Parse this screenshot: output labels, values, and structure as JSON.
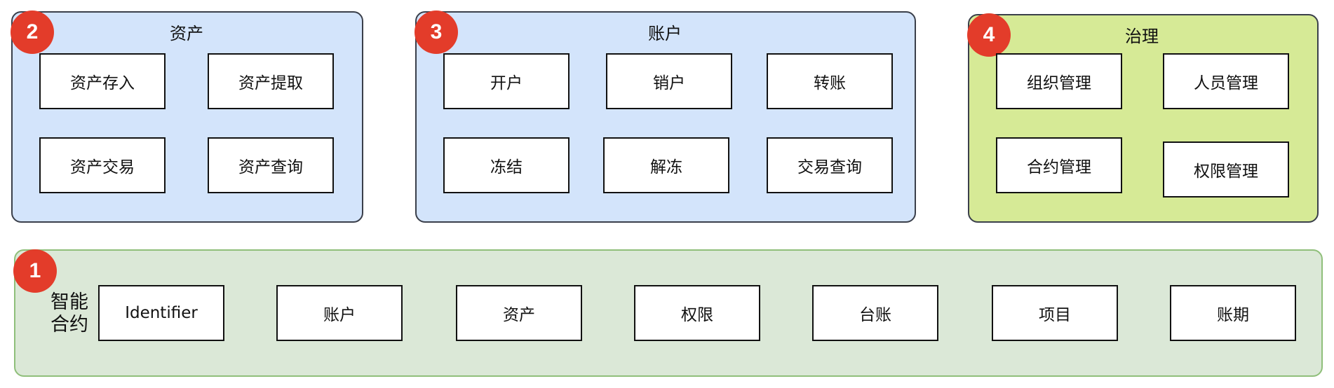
{
  "groups": {
    "assets": {
      "badge": "2",
      "title": "资产",
      "items": [
        "资产存入",
        "资产提取",
        "资产交易",
        "资产查询"
      ]
    },
    "accounts": {
      "badge": "3",
      "title": "账户",
      "items": [
        "开户",
        "销户",
        "转账",
        "冻结",
        "解冻",
        "交易查询"
      ]
    },
    "governance": {
      "badge": "4",
      "title": "治理",
      "items": [
        "组织管理",
        "人员管理",
        "合约管理",
        "权限管理"
      ]
    },
    "smart_contract": {
      "badge": "1",
      "title": "智能\n合约",
      "items": [
        "Identifier",
        "账户",
        "资产",
        "权限",
        "台账",
        "项目",
        "账期"
      ]
    }
  },
  "colors": {
    "badge": "#e33c2a",
    "blue_fill": "#d3e4fb",
    "yellowgreen_fill": "#d6ea96",
    "green_fill": "#dbe8d7"
  }
}
